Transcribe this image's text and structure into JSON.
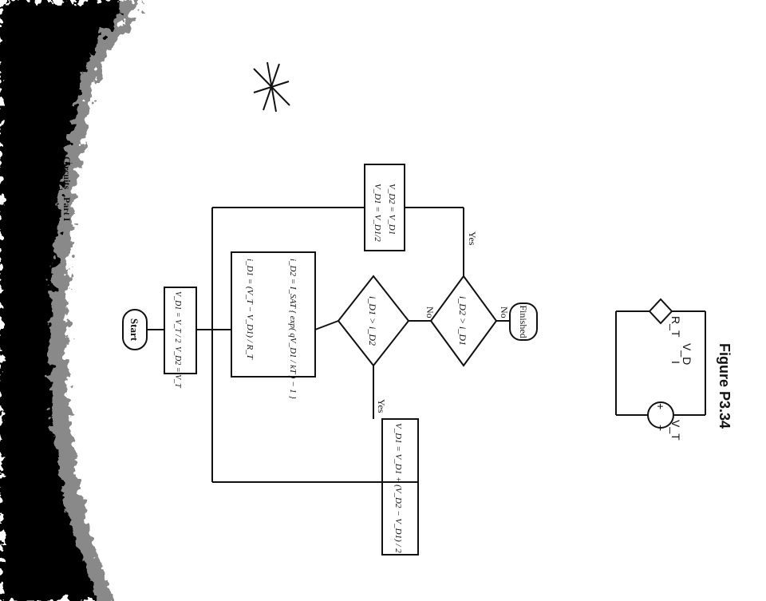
{
  "header": {
    "part": "Part I",
    "chapter": "Circuits"
  },
  "flowchart": {
    "start": "Start",
    "init_vd1": "V_D1 = V_T / 2",
    "init_vd2": "V_D2 = V_T",
    "calc_id1": "i_D1 = (V_T − V_D1) / R_T",
    "calc_id2": "i_D2 = I_SAT { exp( qV_D1 / kT ) − 1 }",
    "decision1": "i_D1 > i_D2",
    "decision2": "i_D2 > i_D1",
    "update_yes1": "V_D1 = V_D1 + (V_D2 − V_D1) / 2",
    "update_yes2_line1": "V_D2 = V_D1",
    "update_yes2_line2": "V_D1 = V_D1/2",
    "yes": "Yes",
    "no": "No",
    "finished": "Finished"
  },
  "circuit": {
    "source": "V_T",
    "resistor": "R_T",
    "current": "I",
    "diode_voltage": "V_D",
    "plus": "+",
    "minus": "−"
  },
  "caption": "Figure P3.34",
  "annotation": "asterisk"
}
